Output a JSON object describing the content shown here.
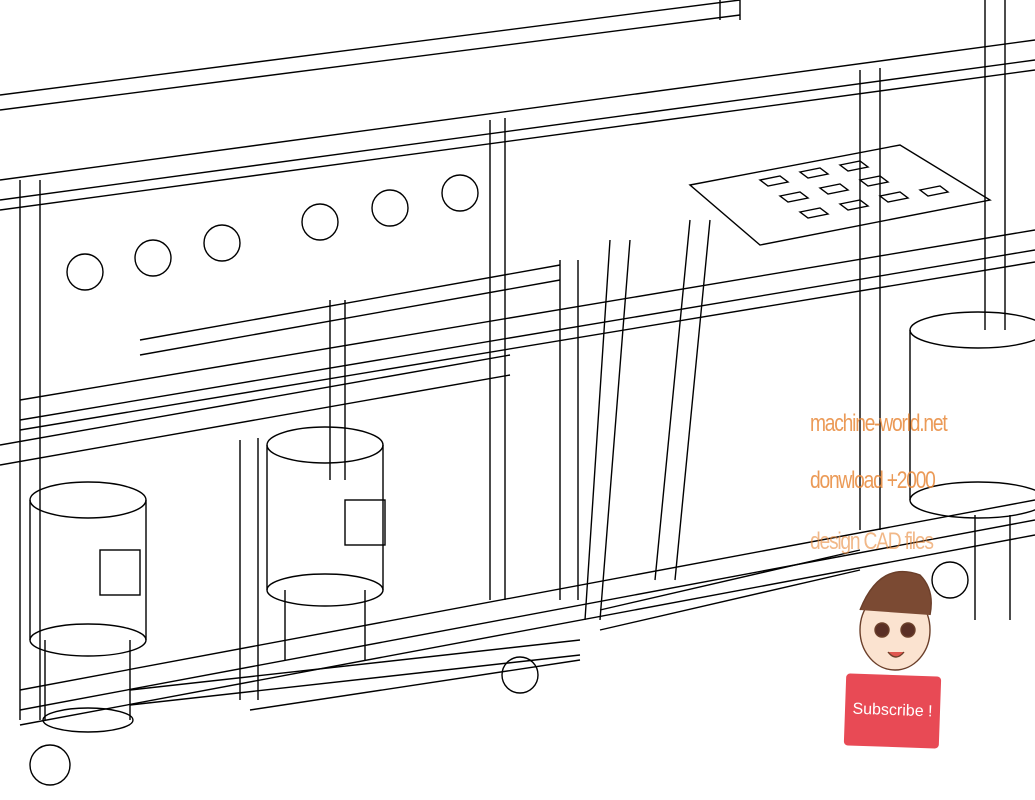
{
  "drawing": {
    "subject": "pump-and-piping-skid",
    "line_color": "#000000",
    "background": "#ffffff"
  },
  "watermark": {
    "lines": [
      "machine-world.net",
      "donwload +2000",
      "design CAD files"
    ],
    "color": "#e8893a"
  },
  "badge": {
    "label": "Subscribe !",
    "color": "#e84a55"
  }
}
